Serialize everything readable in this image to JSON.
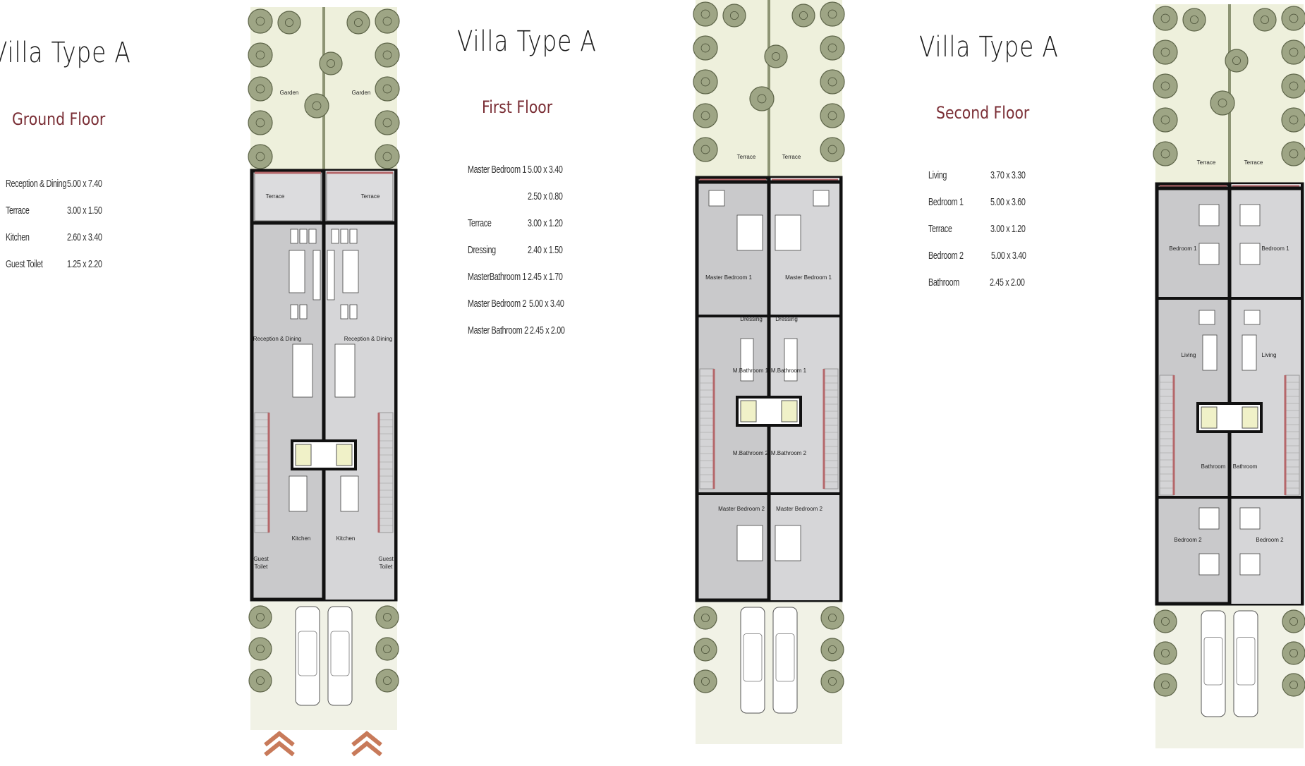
{
  "panels": [
    {
      "title": "Villa Type A",
      "subtitle": "Ground Floor",
      "rooms": [
        {
          "name": "Reception & Dining",
          "size": "5.00 x 7.40"
        },
        {
          "name": "Terrace",
          "size": "3.00 x 1.50"
        },
        {
          "name": "Kitchen",
          "size": "2.60 x 3.40"
        },
        {
          "name": "Guest Toilet",
          "size": "1.25 x 2.20"
        }
      ]
    },
    {
      "title": "Villa Type A",
      "subtitle": "First Floor",
      "rooms": [
        {
          "name": "Master Bedroom 1",
          "size": "5.00 x 3.40"
        },
        {
          "name": "",
          "size": "2.50 x 0.80"
        },
        {
          "name": "Terrace",
          "size": "3.00 x 1.20"
        },
        {
          "name": "Dressing",
          "size": "2.40 x 1.50"
        },
        {
          "name": "MasterBathroom 1",
          "size": "2.45 x 1.70"
        },
        {
          "name": "Master Bedroom 2",
          "size": "5.00 x 3.40"
        },
        {
          "name": "Master Bathroom 2",
          "size": "2.45 x 2.00"
        }
      ]
    },
    {
      "title": "Villa Type A",
      "subtitle": "Second Floor",
      "rooms": [
        {
          "name": "Living",
          "size": "3.70 x 3.30"
        },
        {
          "name": "Bedroom 1",
          "size": "5.00 x 3.60"
        },
        {
          "name": "Terrace",
          "size": "3.00 x 1.20"
        },
        {
          "name": "Bedroom 2",
          "size": "5.00 x 3.40"
        },
        {
          "name": "Bathroom",
          "size": "2.45 x 2.00"
        }
      ]
    }
  ],
  "plans": {
    "ground": {
      "labels": [
        "Garden",
        "Garden",
        "Terrace",
        "Terrace",
        "Reception & Dining",
        "Reception & Dining",
        "Kitchen",
        "Kitchen",
        "Guest",
        "Toilet",
        "Guest",
        "Toilet"
      ]
    },
    "first": {
      "labels": [
        "Terrace",
        "Terrace",
        "Master Bedroom 1",
        "Master Bedroom 1",
        "Dressing",
        "Dressing",
        "M.Bathroom 1",
        "M.Bathroom 1",
        "M.Bathroom 2",
        "M.Bathroom 2",
        "Master Bedroom 2",
        "Master Bedroom 2"
      ]
    },
    "second": {
      "labels": [
        "Terrace",
        "Terrace",
        "Bedroom 1",
        "Bedroom 1",
        "Living",
        "Living",
        "Bathroom",
        "Bathroom",
        "Bedroom 2",
        "Bedroom 2"
      ]
    }
  },
  "colors": {
    "subtitle": "#7a2e35",
    "garden": "#eef0dc",
    "tree": "#9ea585",
    "floor": "#c9c9cb",
    "wall": "#111111",
    "accent": "#c87a5a",
    "stair": "#b5676a"
  }
}
